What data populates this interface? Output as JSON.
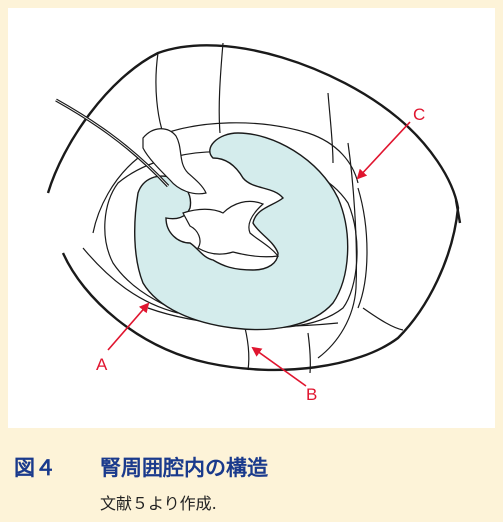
{
  "caption": {
    "figure_label": "図４",
    "title": "腎周囲腔内の構造",
    "source": "文献５より作成."
  },
  "diagram": {
    "callouts": [
      {
        "id": "A",
        "label": "A"
      },
      {
        "id": "B",
        "label": "B"
      },
      {
        "id": "C",
        "label": "C"
      }
    ],
    "colors": {
      "kidney_fill": "#d4ecec",
      "outline": "#1a1a1a",
      "arrow": "#e0152f",
      "page_background": "#fdf3d8",
      "caption_title": "#1a3a8c"
    }
  }
}
